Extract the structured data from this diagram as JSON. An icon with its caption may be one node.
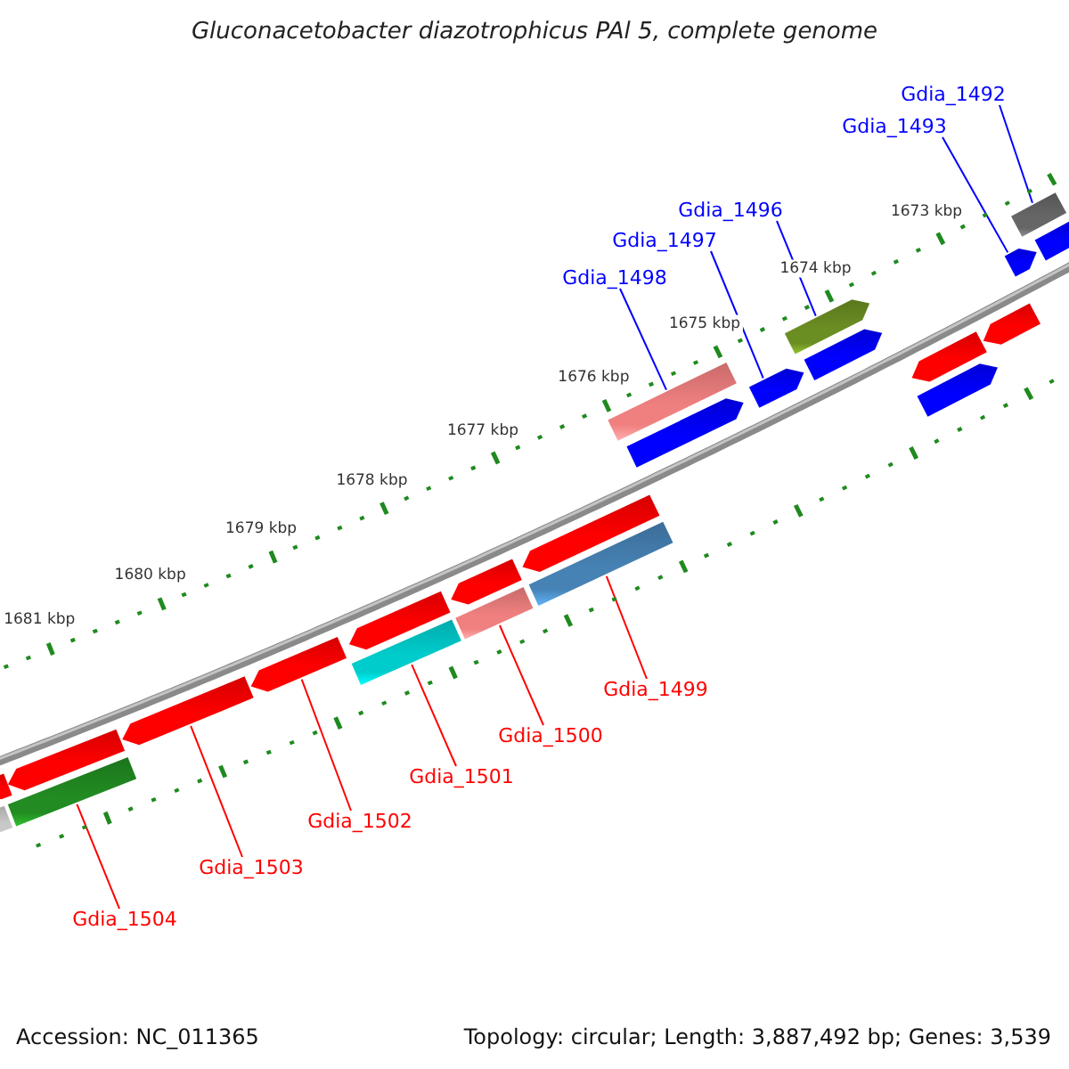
{
  "diagram": {
    "title": "Gluconacetobacter diazotrophicus PAl 5, complete genome",
    "nodes": [
      {
        "text": [
          "Gdia_1492"
        ]
      },
      {
        "text": [
          "Gdia_1493"
        ]
      },
      {
        "text": [
          "Gdia_1496"
        ]
      },
      {
        "text": [
          "Gdia_1497"
        ]
      },
      {
        "text": [
          "Gdia_1498"
        ]
      },
      {
        "text": [
          "Gdia_1499"
        ]
      },
      {
        "text": [
          "Gdia_1500"
        ]
      },
      {
        "text": [
          "Gdia_1501"
        ]
      },
      {
        "text": [
          "Gdia_1502"
        ]
      },
      {
        "text": [
          "Gdia_1503"
        ]
      },
      {
        "text": [
          "Gdia_1504"
        ]
      },
      {
        "text": [],
        "shape": "bar"
      },
      {
        "text": [],
        "shape": "arrow"
      },
      {
        "text": [],
        "shape": "arrow"
      },
      {
        "text": [],
        "shape": "bar"
      },
      {
        "text": [],
        "shape": "arrow"
      },
      {
        "text": [],
        "shape": "arrow"
      },
      {
        "text": [],
        "shape": "arrow"
      },
      {
        "text": [],
        "shape": "bar"
      },
      {
        "text": [],
        "shape": "arrow"
      },
      {
        "text": [],
        "shape": "bar"
      },
      {
        "text": [],
        "shape": "arrow"
      },
      {
        "text": [],
        "shape": "bar"
      },
      {
        "text": [],
        "shape": "bar"
      },
      {
        "text": [],
        "shape": "arrow"
      },
      {
        "text": [],
        "shape": "arrow"
      },
      {
        "text": [],
        "shape": "arrow"
      },
      {
        "text": [],
        "shape": "arrow"
      },
      {
        "text": [],
        "shape": "arrow"
      },
      {
        "text": [],
        "shape": "arrow"
      },
      {
        "text": [],
        "shape": "arrow"
      },
      {
        "text": [],
        "shape": "arrow"
      },
      {
        "text": [],
        "shape": "bar"
      },
      {
        "text": [],
        "shape": "arrow"
      }
    ],
    "edges": [
      {
        "from": 0,
        "to": 32,
        "arrow": "none",
        "color": "#0000ff"
      },
      {
        "from": 1,
        "to": 31,
        "arrow": "none",
        "color": "#0000ff"
      },
      {
        "from": 2,
        "to": 26,
        "arrow": "none",
        "color": "#0000ff"
      },
      {
        "from": 3,
        "to": 25,
        "arrow": "none",
        "color": "#0000ff"
      },
      {
        "from": 4,
        "to": 23,
        "arrow": "none",
        "color": "#0000ff"
      },
      {
        "from": 5,
        "to": 22,
        "arrow": "none"
      },
      {
        "from": 6,
        "to": 20,
        "arrow": "none"
      },
      {
        "from": 7,
        "to": 18,
        "arrow": "none"
      },
      {
        "from": 8,
        "to": 16,
        "arrow": "none"
      },
      {
        "from": 9,
        "to": 15,
        "arrow": "none"
      },
      {
        "from": 10,
        "to": 14,
        "arrow": "none"
      }
    ],
    "labels": [
      "1673 kbp",
      "1674 kbp",
      "1675 kbp",
      "1676 kbp",
      "1677 kbp",
      "1678 kbp",
      "1679 kbp",
      "1680 kbp",
      "1681 kbp",
      "Accession: NC_011365",
      "Topology: circular; Length: 3,887,492 bp; Genes: 3,539"
    ]
  }
}
